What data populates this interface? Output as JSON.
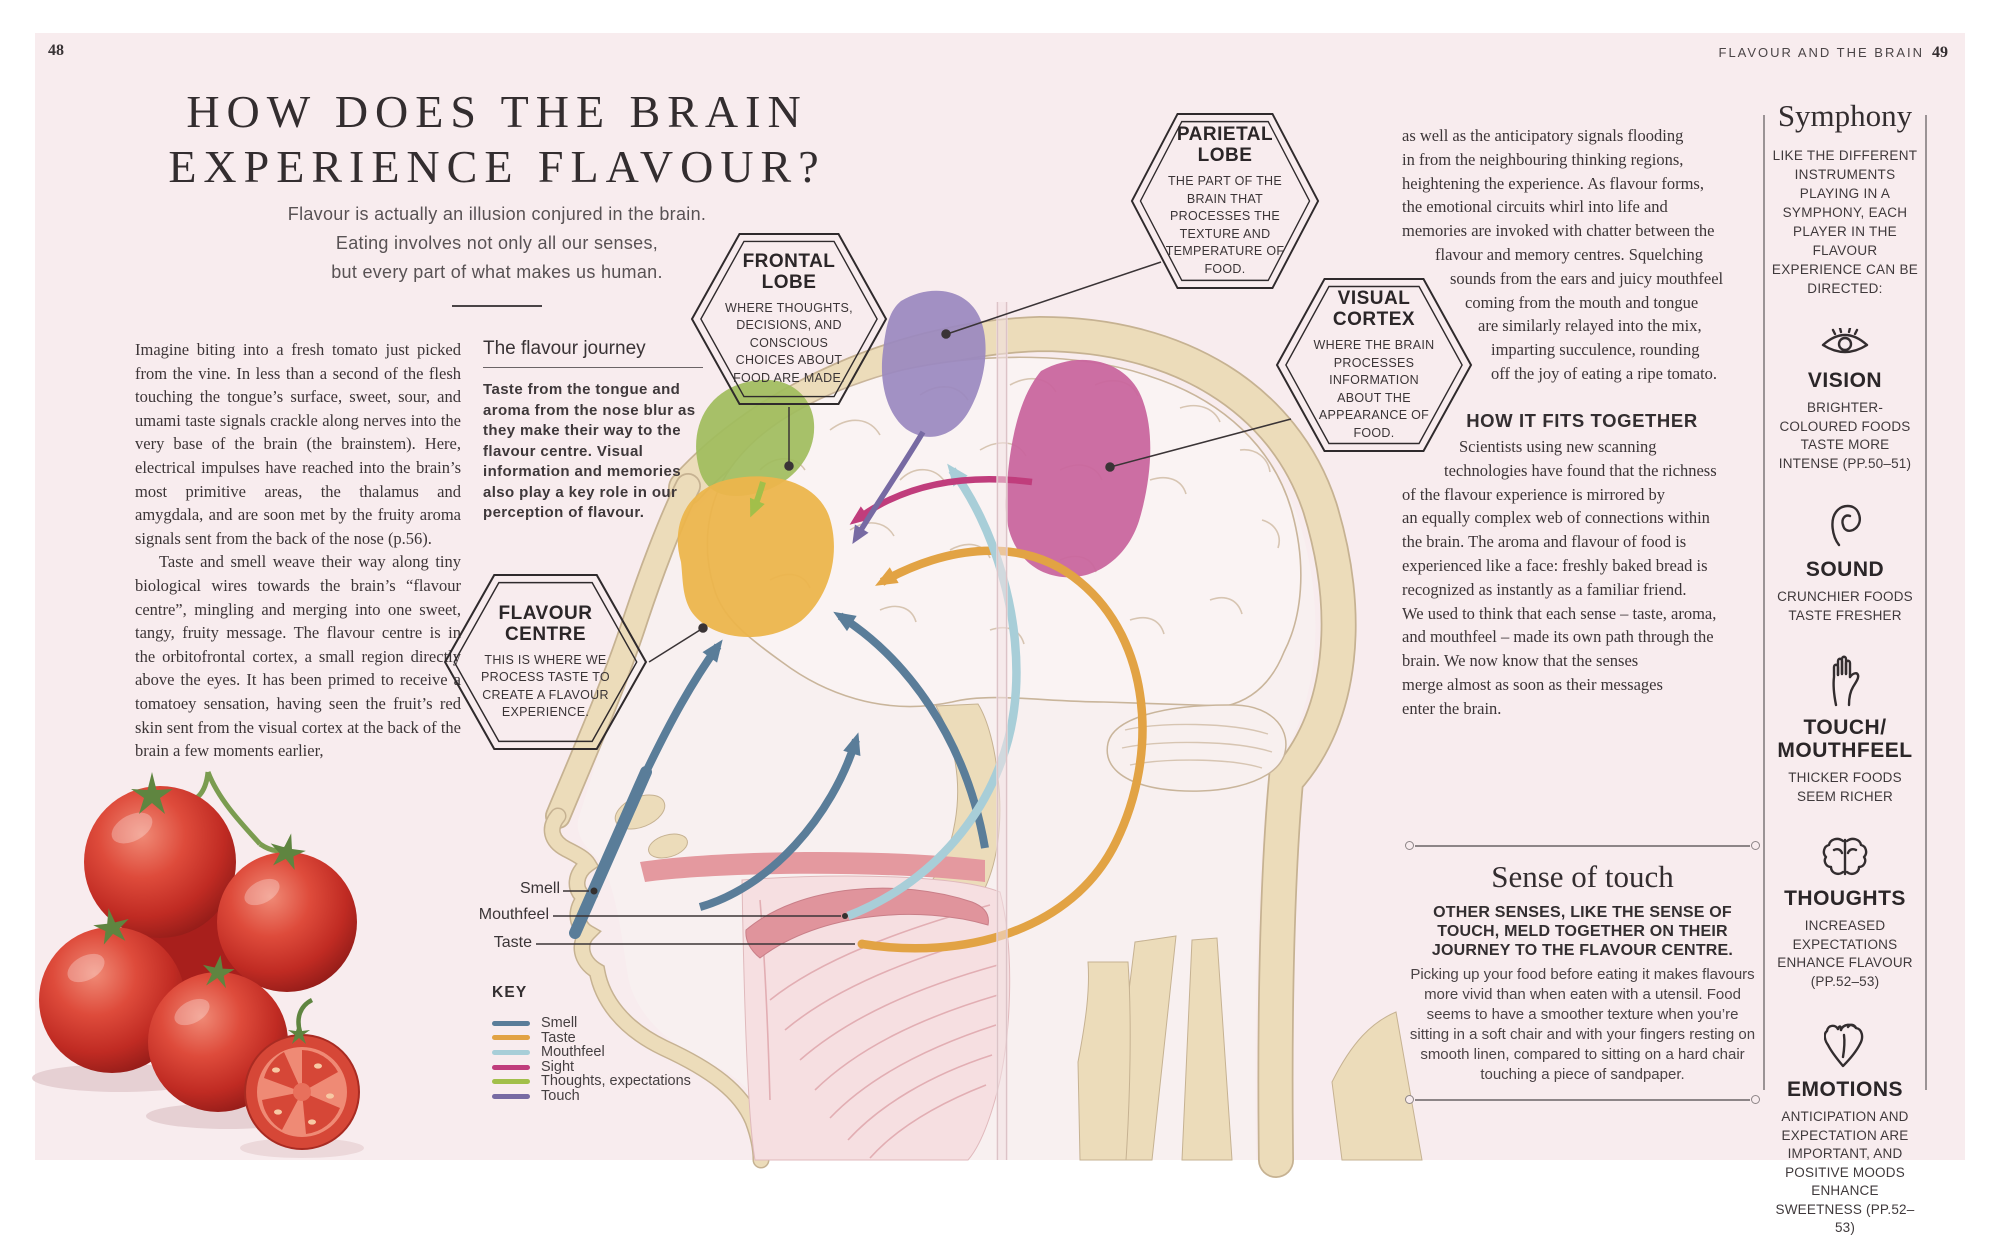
{
  "page": {
    "left_number": "48",
    "right_header": "FLAVOUR AND THE BRAIN",
    "right_number": "49"
  },
  "title": {
    "line1": "HOW DOES THE BRAIN",
    "line2": "EXPERIENCE FLAVOUR?"
  },
  "subtitle": {
    "line1": "Flavour is actually an illusion conjured in the brain.",
    "line2": "Eating involves not only all our senses,",
    "line3": "but every part of what makes us human."
  },
  "intro": {
    "para1": "Imagine biting into a fresh tomato just picked from the vine. In less than a second of the flesh touching the tongue’s surface, sweet, sour, and umami taste signals crackle along nerves into the very base of the brain (the brainstem). Here, electrical impulses have reached into the brain’s most primitive areas, the thalamus and amygdala, and are soon met by the fruity aroma signals sent from the back of the nose (p.56).",
    "para2": "Taste and smell weave their way along tiny biological wires towards the brain’s “flavour centre”, mingling and merging into one sweet, tangy, fruity message. The flavour centre is in the orbitofrontal cortex, a small region directly above the eyes. It has been primed to receive a tomatoey sensation, having seen the fruit’s red skin sent from the visual cortex at the back of the brain a few moments earlier,"
  },
  "flavour_journey": {
    "heading": "The flavour journey",
    "body": "Taste from the tongue and aroma from the nose blur as they make their way to the flavour centre. Visual information and memories also play a key role in our perception of flavour."
  },
  "hexagons": {
    "frontal": {
      "title": "FRONTAL LOBE",
      "body": "WHERE THOUGHTS, DECISIONS, AND CONSCIOUS CHOICES ABOUT FOOD ARE MADE."
    },
    "parietal": {
      "title": "PARIETAL LOBE",
      "body": "THE PART OF THE BRAIN THAT PROCESSES THE TEXTURE AND TEMPERATURE OF FOOD."
    },
    "visual": {
      "title": "VISUAL CORTEX",
      "body": "WHERE THE BRAIN PROCESSES INFORMATION ABOUT THE APPEARANCE OF FOOD."
    },
    "flavour": {
      "title": "FLAVOUR CENTRE",
      "body": "THIS IS WHERE WE PROCESS TASTE TO CREATE A FLAVOUR EXPERIENCE."
    }
  },
  "right_column": {
    "para1_lines": [
      "as well as the anticipatory signals flooding",
      "in from the neighbouring thinking regions,",
      "heightening the experience. As flavour forms,",
      "the emotional circuits whirl into life and",
      "memories are invoked with chatter between the",
      "flavour and memory centres. Squelching",
      "sounds from the ears and juicy mouthfeel",
      "coming from the mouth and tongue",
      "are similarly relayed into the mix,",
      "imparting succulence, rounding",
      "off the joy of eating a ripe tomato."
    ],
    "how_heading": "HOW IT FITS TOGETHER",
    "para2_lines": [
      "Scientists using new scanning",
      "technologies have found that the richness",
      "of the flavour experience is mirrored by",
      "an equally complex web of connections within",
      "the brain. The aroma and flavour of food is",
      "experienced like a face: freshly baked bread is",
      "recognized as instantly as a familiar friend.",
      "We used to think that each sense – taste, aroma,",
      "and mouthfeel – made its own path through the",
      "brain. We now know that the senses",
      "merge almost as soon as their messages",
      "enter the brain."
    ]
  },
  "sense_of_touch": {
    "heading": "Sense of touch",
    "lead": "OTHER SENSES, LIKE THE SENSE OF TOUCH, MELD TOGETHER ON THEIR JOURNEY TO THE FLAVOUR CENTRE.",
    "body": "Picking up your food before eating it makes flavours more vivid than when eaten with a utensil. Food seems to have a smoother texture when you’re sitting in a soft chair and with your fingers resting on smooth linen, compared to sitting on a hard chair touching a piece of sandpaper."
  },
  "symphony": {
    "heading": "Symphony",
    "intro": "LIKE THE DIFFERENT INSTRUMENTS PLAYING IN A SYMPHONY, EACH PLAYER IN THE FLAVOUR EXPERIENCE CAN BE DIRECTED:",
    "items": [
      {
        "icon": "eye-icon",
        "title": "VISION",
        "body": "BRIGHTER-COLOURED FOODS TASTE MORE INTENSE (PP.50–51)"
      },
      {
        "icon": "ear-icon",
        "title": "SOUND",
        "body": "CRUNCHIER FOODS TASTE FRESHER"
      },
      {
        "icon": "hand-icon",
        "title": "TOUCH/ MOUTHFEEL",
        "body": "THICKER FOODS SEEM RICHER"
      },
      {
        "icon": "brain-icon",
        "title": "THOUGHTS",
        "body": "INCREASED EXPECTATIONS ENHANCE FLAVOUR (PP.52–53)"
      },
      {
        "icon": "heart-icon",
        "title": "EMOTIONS",
        "body": "ANTICIPATION AND EXPECTATION ARE IMPORTANT, AND POSITIVE MOODS ENHANCE SWEETNESS (PP.52–53)"
      }
    ]
  },
  "diagram": {
    "labels": {
      "smell": "Smell",
      "mouthfeel": "Mouthfeel",
      "taste": "Taste"
    },
    "key": {
      "heading": "KEY",
      "entries": [
        {
          "label": "Smell",
          "color": "#5a7d99"
        },
        {
          "label": "Taste",
          "color": "#e2a344"
        },
        {
          "label": "Mouthfeel",
          "color": "#a8ced8"
        },
        {
          "label": "Sight",
          "color": "#c03d7c"
        },
        {
          "label": "Thoughts, expectations",
          "color": "#a2bf4a"
        },
        {
          "label": "Touch",
          "color": "#776aa3"
        }
      ]
    }
  }
}
